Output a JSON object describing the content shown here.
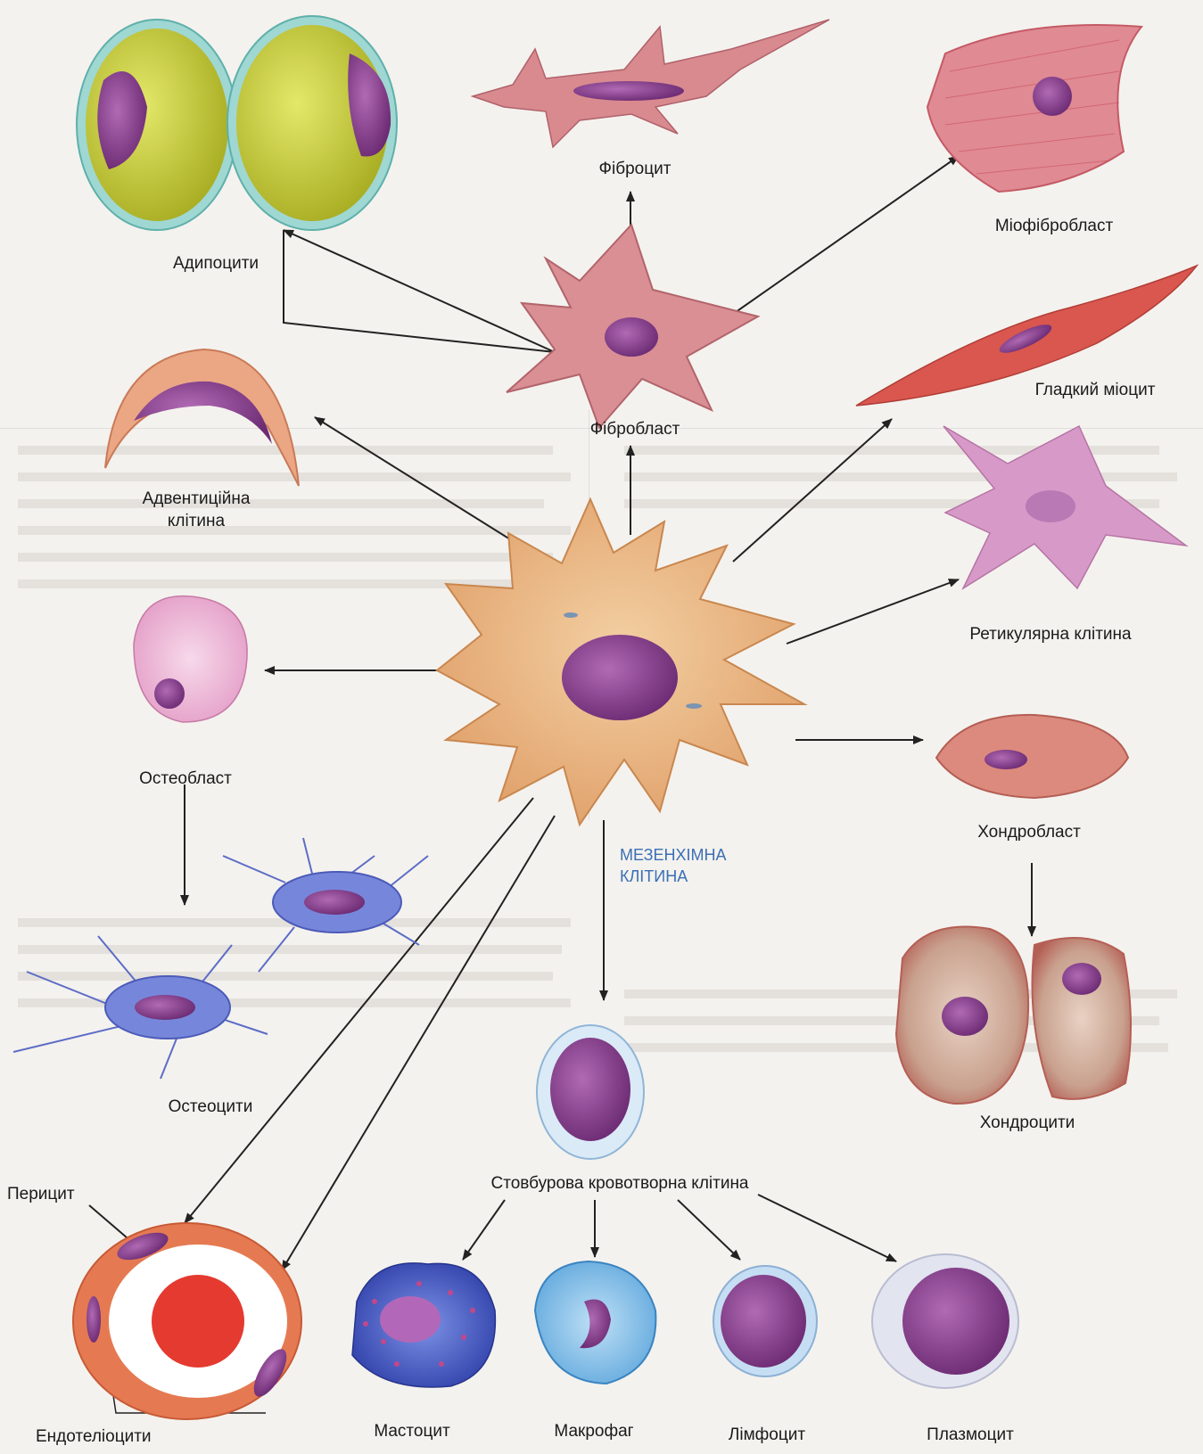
{
  "labels": {
    "adipocytes": "Адипоцити",
    "fibrocyte": "Фіброцит",
    "myofibroblast": "Міофібробласт",
    "smooth_myocyte": "Гладкий міоцит",
    "fibroblast": "Фібробласт",
    "adventitial_1": "Адвентиційна",
    "adventitial_2": "клітина",
    "reticular": "Ретикулярна клітина",
    "osteoblast": "Остеобласт",
    "chondroblast": "Хондробласт",
    "mesenchymal_1": "МЕЗЕНХІМНА",
    "mesenchymal_2": "КЛІТИНА",
    "osteocytes": "Остеоцити",
    "chondrocytes": "Хондроцити",
    "stem_cell": "Стовбурова кровотворна клітина",
    "pericyte": "Перицит",
    "endotheliocytes": "Ендотеліоцити",
    "mast_cell": "Мастоцит",
    "macrophage": "Макрофаг",
    "lymphocyte": "Лімфоцит",
    "plasma_cell": "Плазмоцит"
  },
  "colors": {
    "mesenchymal": "#e9b27a",
    "nucleus": "#8a3f8e",
    "fibroblast": "#d98f8f",
    "adipocyte": "#c9cf3a",
    "osteocyte": "#6f7fd6",
    "chondro": "#d9928a",
    "label_blue": "#3b6fb6"
  }
}
